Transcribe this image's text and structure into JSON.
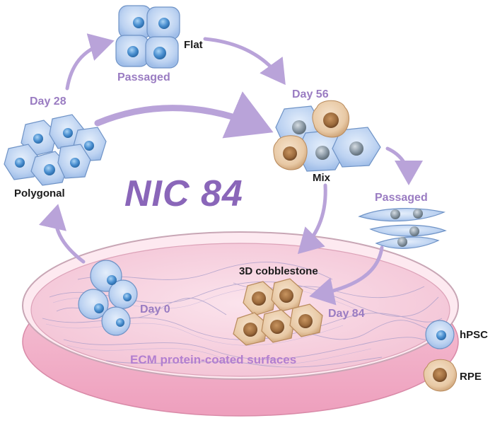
{
  "title": "NIC 84",
  "labels": {
    "flat": "Flat",
    "passaged_top": "Passaged",
    "day28": "Day 28",
    "polygonal": "Polygonal",
    "day56": "Day 56",
    "mix": "Mix",
    "passaged_right": "Passaged",
    "day0": "Day 0",
    "cobblestone": "3D cobblestone",
    "day84": "Day 84",
    "ecm": "ECM protein-coated surfaces"
  },
  "legend": [
    {
      "label": "hPSC",
      "icon": "hpsc-cell-icon"
    },
    {
      "label": "RPE",
      "icon": "rpe-cell-icon"
    }
  ],
  "colors": {
    "hpsc_fill": "#bcd2f1",
    "hpsc_nucleus": "#4a8fd0",
    "rpe_fill": "#e8c9a5",
    "rpe_nucleus": "#9b6a3c",
    "grey_nucleus": "#8c9aa6",
    "arrow": "#b9a3d9",
    "dish_pink": "#f2b8cd",
    "title_purple": "#8a66b9"
  }
}
